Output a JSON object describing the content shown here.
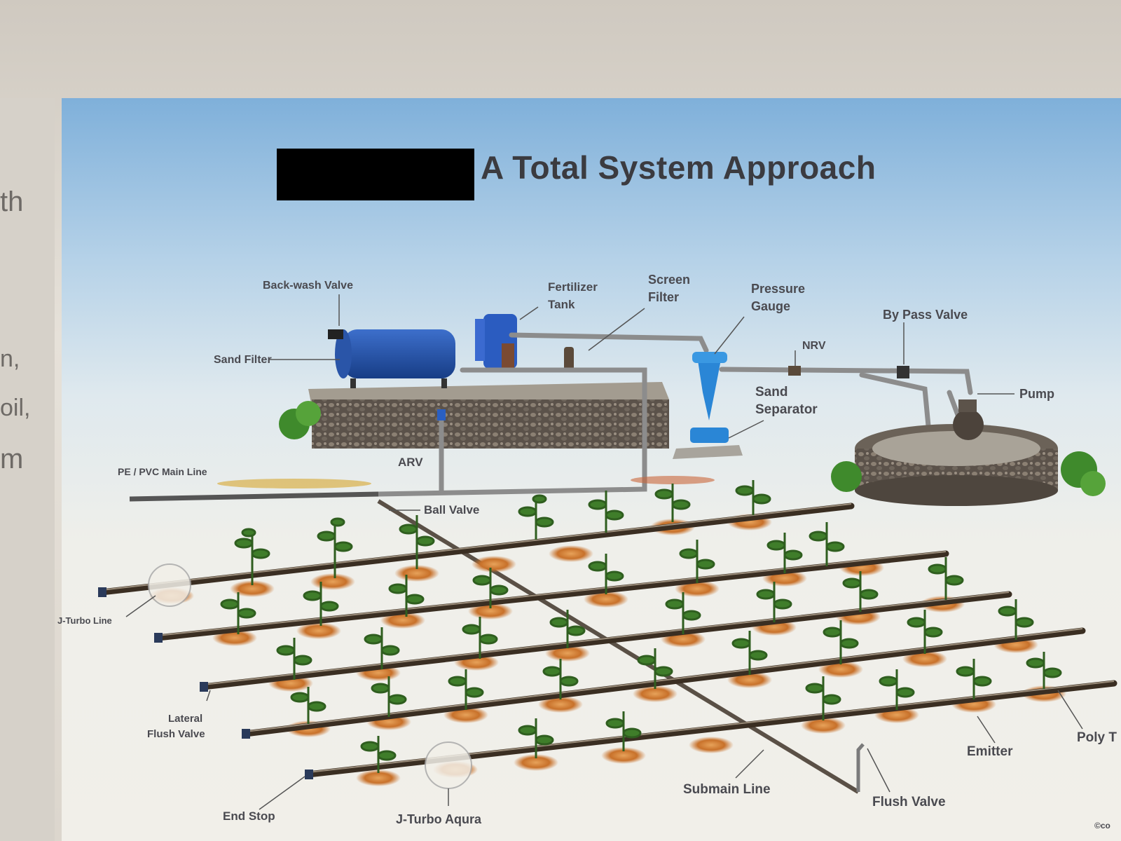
{
  "title": "A Total System Approach",
  "left_fragments": [
    "th",
    "n,",
    "oil,",
    "m"
  ],
  "labels": {
    "backwash_valve": "Back-wash Valve",
    "fertilizer_tank_1": "Fertilizer",
    "fertilizer_tank_2": "Tank",
    "screen_filter_1": "Screen",
    "screen_filter_2": "Filter",
    "pressure_gauge_1": "Pressure",
    "pressure_gauge_2": "Gauge",
    "bypass_valve": "By Pass Valve",
    "sand_filter": "Sand Filter",
    "nrv": "NRV",
    "pump": "Pump",
    "sand_separator_1": "Sand",
    "sand_separator_2": "Separator",
    "arv": "ARV",
    "main_line": "PE / PVC Main Line",
    "ball_valve": "Ball Valve",
    "j_turbo_line": "J-Turbo Line",
    "lateral_flush_1": "Lateral",
    "lateral_flush_2": "Flush Valve",
    "end_stop": "End Stop",
    "j_turbo_aqura": "J-Turbo Aqura",
    "submain_line": "Submain Line",
    "flush_valve": "Flush Valve",
    "emitter": "Emitter",
    "poly_tube": "Poly T",
    "copyright": "©co"
  },
  "colors": {
    "sky": "#7fb0da",
    "tank_blue": "#1f4fa8",
    "separator_blue": "#2a86d6",
    "pipe": "#8a8a8a",
    "lateral": "#3a2e22",
    "soil": "#b8641e",
    "plant": "#3f7d2a"
  }
}
